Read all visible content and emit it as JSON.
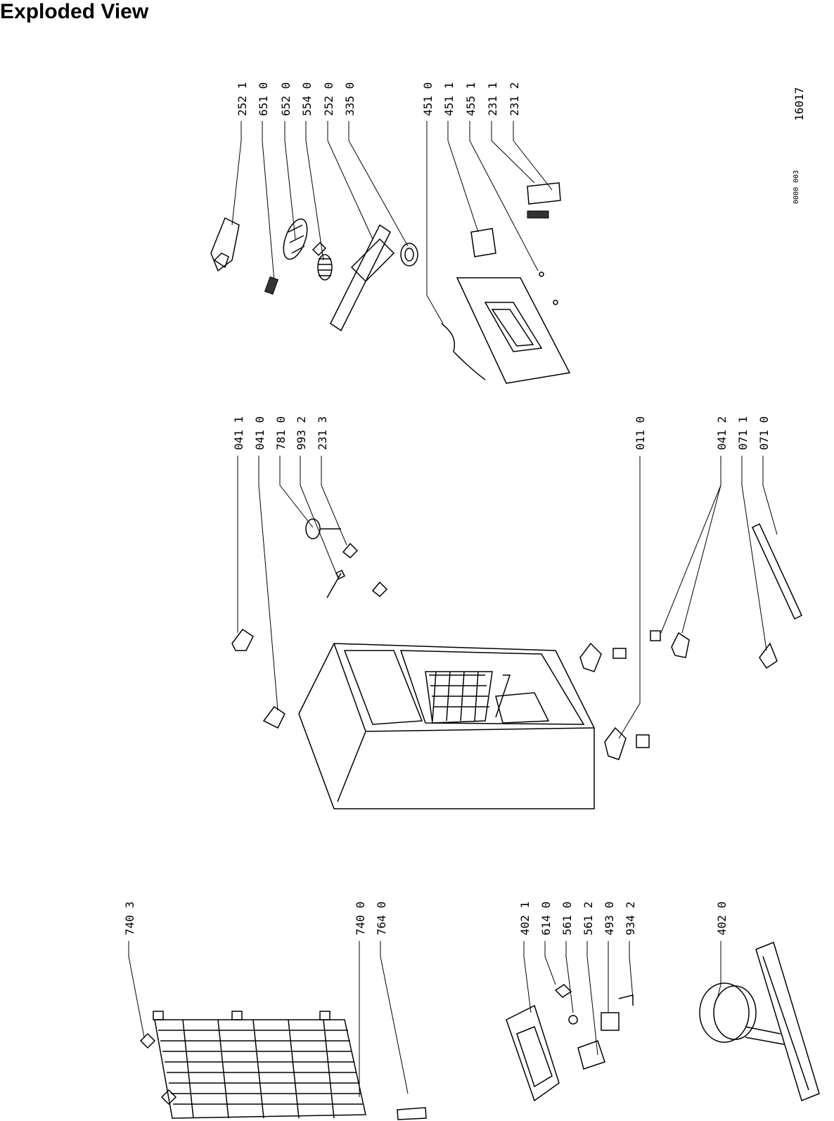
{
  "title": "Exploded View",
  "reference_number": "16017",
  "drawing_code": "0000 003",
  "groups": {
    "top_right": [
      "252 1",
      "651 0",
      "652 0",
      "554 0",
      "252 0",
      "335 0"
    ],
    "right_panel": [
      "451 0",
      "451 1",
      "455 1",
      "231 1",
      "231 2"
    ],
    "cabinet_top": [
      "041 1",
      "041 0",
      "781 0",
      "993 2",
      "231 3"
    ],
    "cabinet_side": [
      "011 0"
    ],
    "cabinet_bottom": [
      "041 2",
      "071 1",
      "071 0"
    ],
    "condenser": [
      "740 3",
      "740 0",
      "764 0"
    ],
    "compressor_accessories": [
      "402 1",
      "614 0",
      "561 0",
      "561 2",
      "493 0",
      "934 2"
    ],
    "compressor": [
      "402 0"
    ]
  }
}
